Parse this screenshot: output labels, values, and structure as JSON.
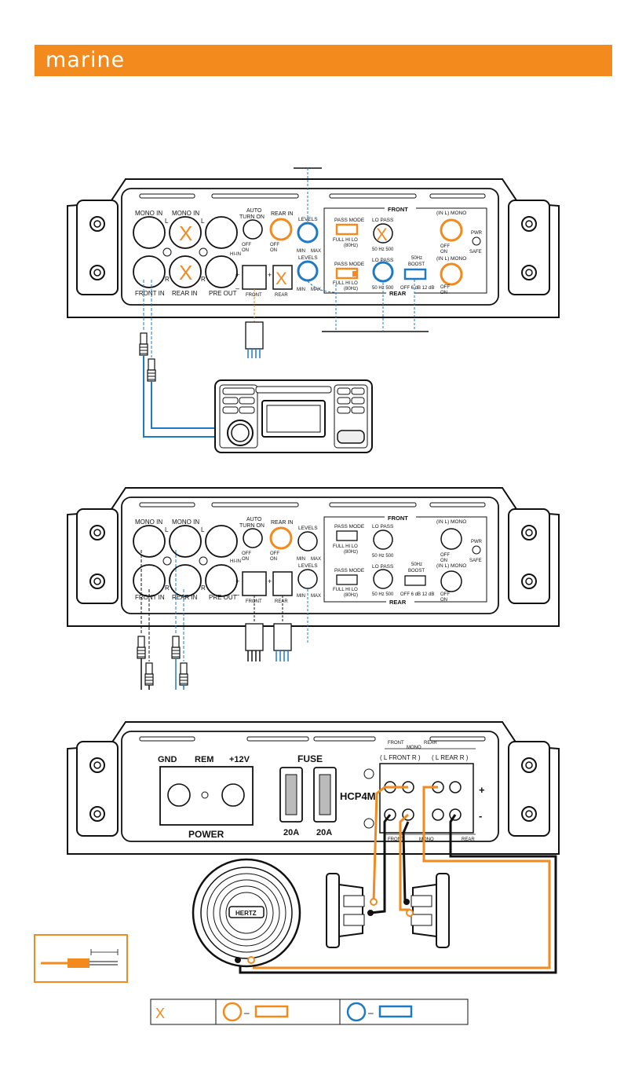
{
  "header": {
    "title": "marine"
  },
  "colors": {
    "orange": "#f28a1e",
    "blue": "#1f7ac4",
    "black": "#111111"
  },
  "panel1": {
    "mono_in_l": "MONO IN",
    "mono_in_r": "MONO IN",
    "l": "L",
    "r": "R",
    "front_in": "FRONT IN",
    "rear_in": "REAR IN",
    "pre_out": "PRE OUT",
    "auto": "AUTO",
    "turn_on": "TURN ON",
    "off": "OFF",
    "on": "ON",
    "rear_in_sw": "REAR IN",
    "hi_in": "HI-IN",
    "plus": "+",
    "minus": "–",
    "front_lbl": "FRONT",
    "rear_lbl": "REAR",
    "levels": "LEVELS",
    "min": "MIN",
    "max": "MAX",
    "front": "FRONT",
    "rear": "REAR",
    "pass_mode": "PASS MODE",
    "full_hi_lo": "FULL  HI  LO",
    "hz80": "(80Hz)",
    "lo_pass": "LO PASS",
    "hz_scale": "50  Hz 500",
    "boost_title": "50Hz",
    "boost": "BOOST",
    "boost_scale": "OFF  6 dB 12 dB",
    "inl_mono": "(IN L) MONO",
    "pwr": "PWR",
    "safe": "SAFE"
  },
  "panel3": {
    "gnd": "GND",
    "rem": "REM",
    "v12": "+12V",
    "fuse": "FUSE",
    "power": "POWER",
    "a20_1": "20A",
    "a20_2": "20A",
    "model": "HCP4M",
    "front_mono": "FRONT",
    "mono": "MONO",
    "rear_mono": "REAR",
    "l_front_r": "( L  FRONT  R )",
    "l_rear_r": "( L  REAR  R )",
    "plus": "+",
    "minus": "-",
    "front_b": "FRONT",
    "mono_b": "MONO",
    "rear_b": "REAR",
    "speaker_brand": "HERTZ"
  },
  "legend": {
    "x_mark": "X",
    "dash1": "–",
    "dash2": "–"
  }
}
